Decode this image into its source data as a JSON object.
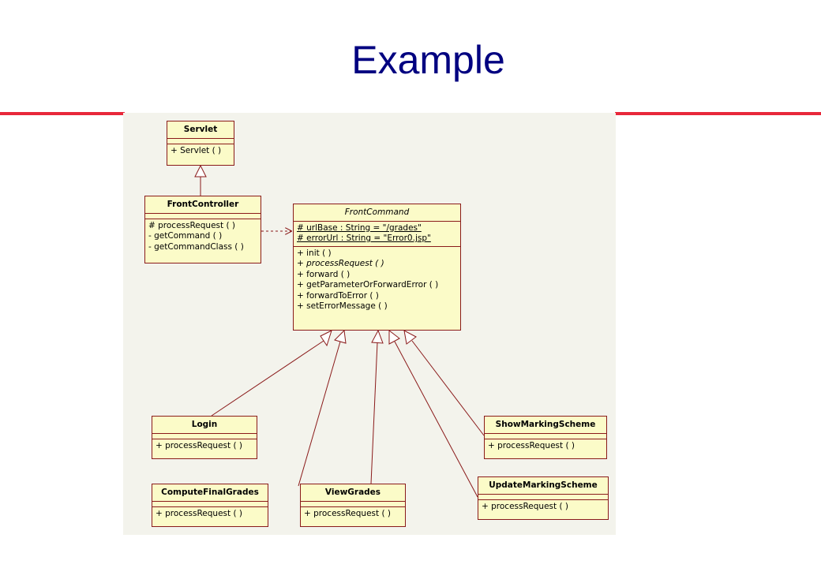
{
  "slide": {
    "title": "Example"
  },
  "colors": {
    "title": "#000080",
    "rule": "#e8283a",
    "class_fill": "#fbfbc8",
    "class_border": "#8a1a1a",
    "canvas": "#f3f3ec"
  },
  "diagram": {
    "classes": {
      "servlet": {
        "name": "Servlet",
        "attributes": [],
        "operations": [
          "+ Servlet ( )"
        ]
      },
      "front_controller": {
        "name": "FrontController",
        "attributes": [],
        "operations": [
          "# processRequest ( )",
          "- getCommand ( )",
          "- getCommandClass ( )"
        ]
      },
      "front_command": {
        "name": "FrontCommand",
        "attributes": [
          "# urlBase : String = \"/grades\"",
          "# errorUrl : String = \"Error0.jsp\""
        ],
        "operations": [
          "+ init ( )",
          "+ processRequest ( )",
          "+ forward ( )",
          "+ getParameterOrForwardError ( )",
          "+ forwardToError ( )",
          "+ setErrorMessage ( )"
        ]
      },
      "login": {
        "name": "Login",
        "operations": [
          "+ processRequest ( )"
        ]
      },
      "compute_final_grades": {
        "name": "ComputeFinalGrades",
        "operations": [
          "+ processRequest ( )"
        ]
      },
      "view_grades": {
        "name": "ViewGrades",
        "operations": [
          "+ processRequest ( )"
        ]
      },
      "update_marking_scheme": {
        "name": "UpdateMarkingScheme",
        "operations": [
          "+ processRequest ( )"
        ]
      },
      "show_marking_scheme": {
        "name": "ShowMarkingScheme",
        "operations": [
          "+ processRequest ( )"
        ]
      }
    },
    "relationships": [
      {
        "type": "generalization",
        "from": "FrontController",
        "to": "Servlet"
      },
      {
        "type": "dependency",
        "from": "FrontController",
        "to": "FrontCommand"
      },
      {
        "type": "generalization",
        "from": "Login",
        "to": "FrontCommand"
      },
      {
        "type": "generalization",
        "from": "ComputeFinalGrades",
        "to": "FrontCommand"
      },
      {
        "type": "generalization",
        "from": "ViewGrades",
        "to": "FrontCommand"
      },
      {
        "type": "generalization",
        "from": "UpdateMarkingScheme",
        "to": "FrontCommand"
      },
      {
        "type": "generalization",
        "from": "ShowMarkingScheme",
        "to": "FrontCommand"
      }
    ]
  }
}
